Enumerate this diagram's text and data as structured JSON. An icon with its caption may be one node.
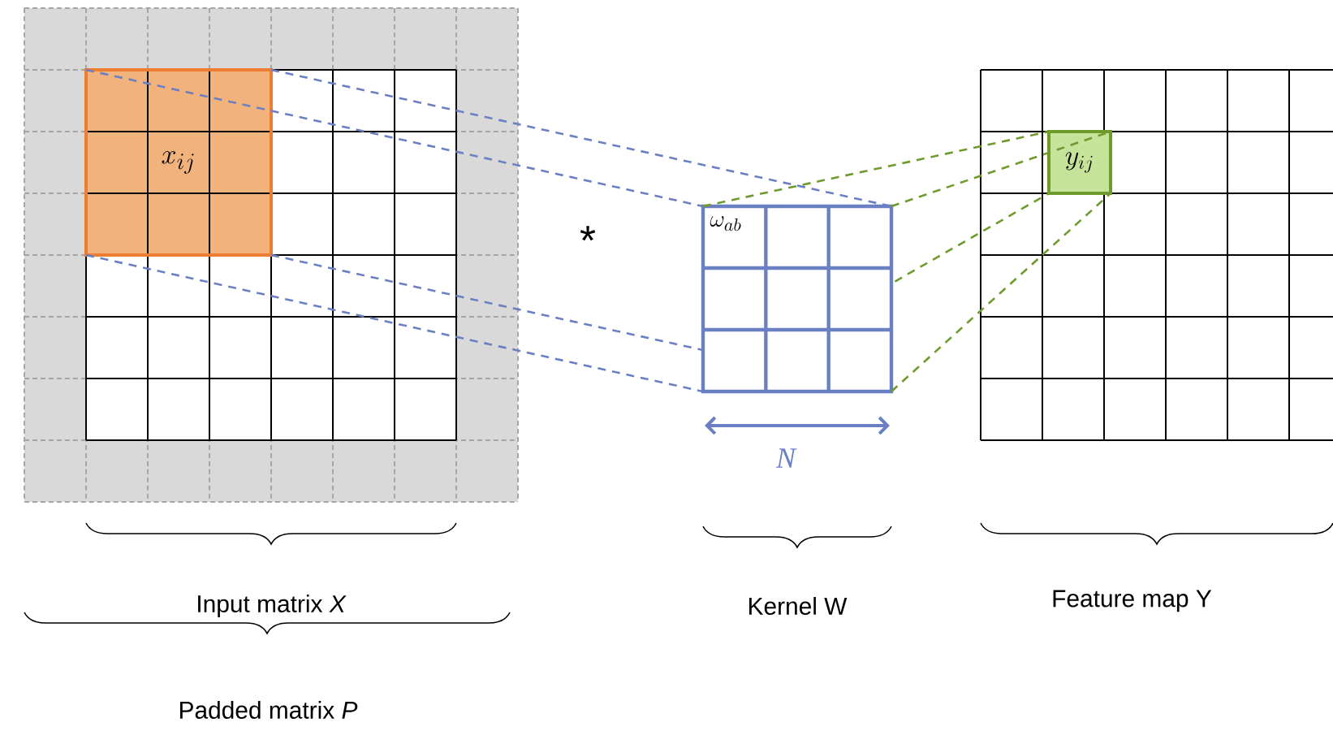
{
  "diagram": {
    "nodes": [
      {
        "text": [
          "x_{ij}"
        ]
      },
      {
        "text": [
          "\\omega_{ab}"
        ]
      },
      {
        "text": [
          "y_{ij}"
        ]
      }
    ],
    "edges": [
      {
        "from": 0,
        "to": 1,
        "arrow": "none",
        "style": "dashed",
        "color": "#6b80c2"
      },
      {
        "from": 0,
        "to": 1,
        "arrow": "none",
        "style": "dashed",
        "color": "#6b80c2"
      },
      {
        "from": 0,
        "to": 1,
        "arrow": "none",
        "style": "dashed",
        "color": "#6b80c2"
      },
      {
        "from": 0,
        "to": 1,
        "arrow": "none",
        "style": "dashed",
        "color": "#6b80c2"
      },
      {
        "from": 1,
        "to": 2,
        "arrow": "none",
        "style": "dashed",
        "color": "#6f9a2c"
      },
      {
        "from": 1,
        "to": 2,
        "arrow": "none",
        "style": "dashed",
        "color": "#6f9a2c"
      },
      {
        "from": 1,
        "to": 2,
        "arrow": "none",
        "style": "dashed",
        "color": "#6f9a2c"
      },
      {
        "from": 1,
        "to": 2,
        "arrow": "none",
        "style": "dashed",
        "color": "#6f9a2c"
      }
    ],
    "labels": [
      "*",
      "N",
      "Input matrix *X*",
      "Kernel W",
      "Feature map Y",
      "Padded matrix *P*"
    ]
  }
}
